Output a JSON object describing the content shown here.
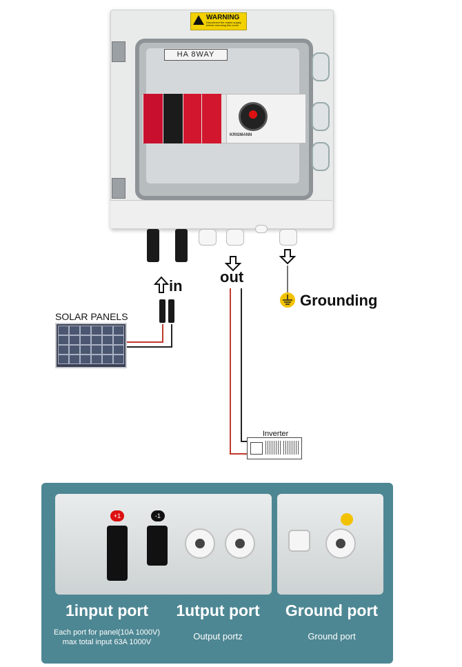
{
  "enclosure": {
    "warning_title": "WARNING",
    "warning_text": "Disconnect the mains supply before removing this cover",
    "model_label": "HA 8WAY",
    "brand": "KRISMANN"
  },
  "diagram": {
    "in_label": "in",
    "out_label": "out",
    "grounding_label": "Grounding",
    "solar_label": "SOLAR PANELS",
    "inverter_label": "Inverter"
  },
  "banner": {
    "input_badge_pos": "+1",
    "input_badge_neg": "-1",
    "col1_title": "1input port",
    "col1_desc_line1": "Each port for panel(10A 1000V)",
    "col1_desc_line2": "max total input 63A 1000V",
    "col2_title": "1utput port",
    "col2_desc": "Output portz",
    "col3_title": "Ground port",
    "col3_desc": "Ground port"
  },
  "colors": {
    "banner": "#4d8793",
    "wire_red": "#c0392b",
    "wire_black": "#222222",
    "warning_yellow": "#f3d200",
    "ground_yellow": "#f2c200"
  }
}
